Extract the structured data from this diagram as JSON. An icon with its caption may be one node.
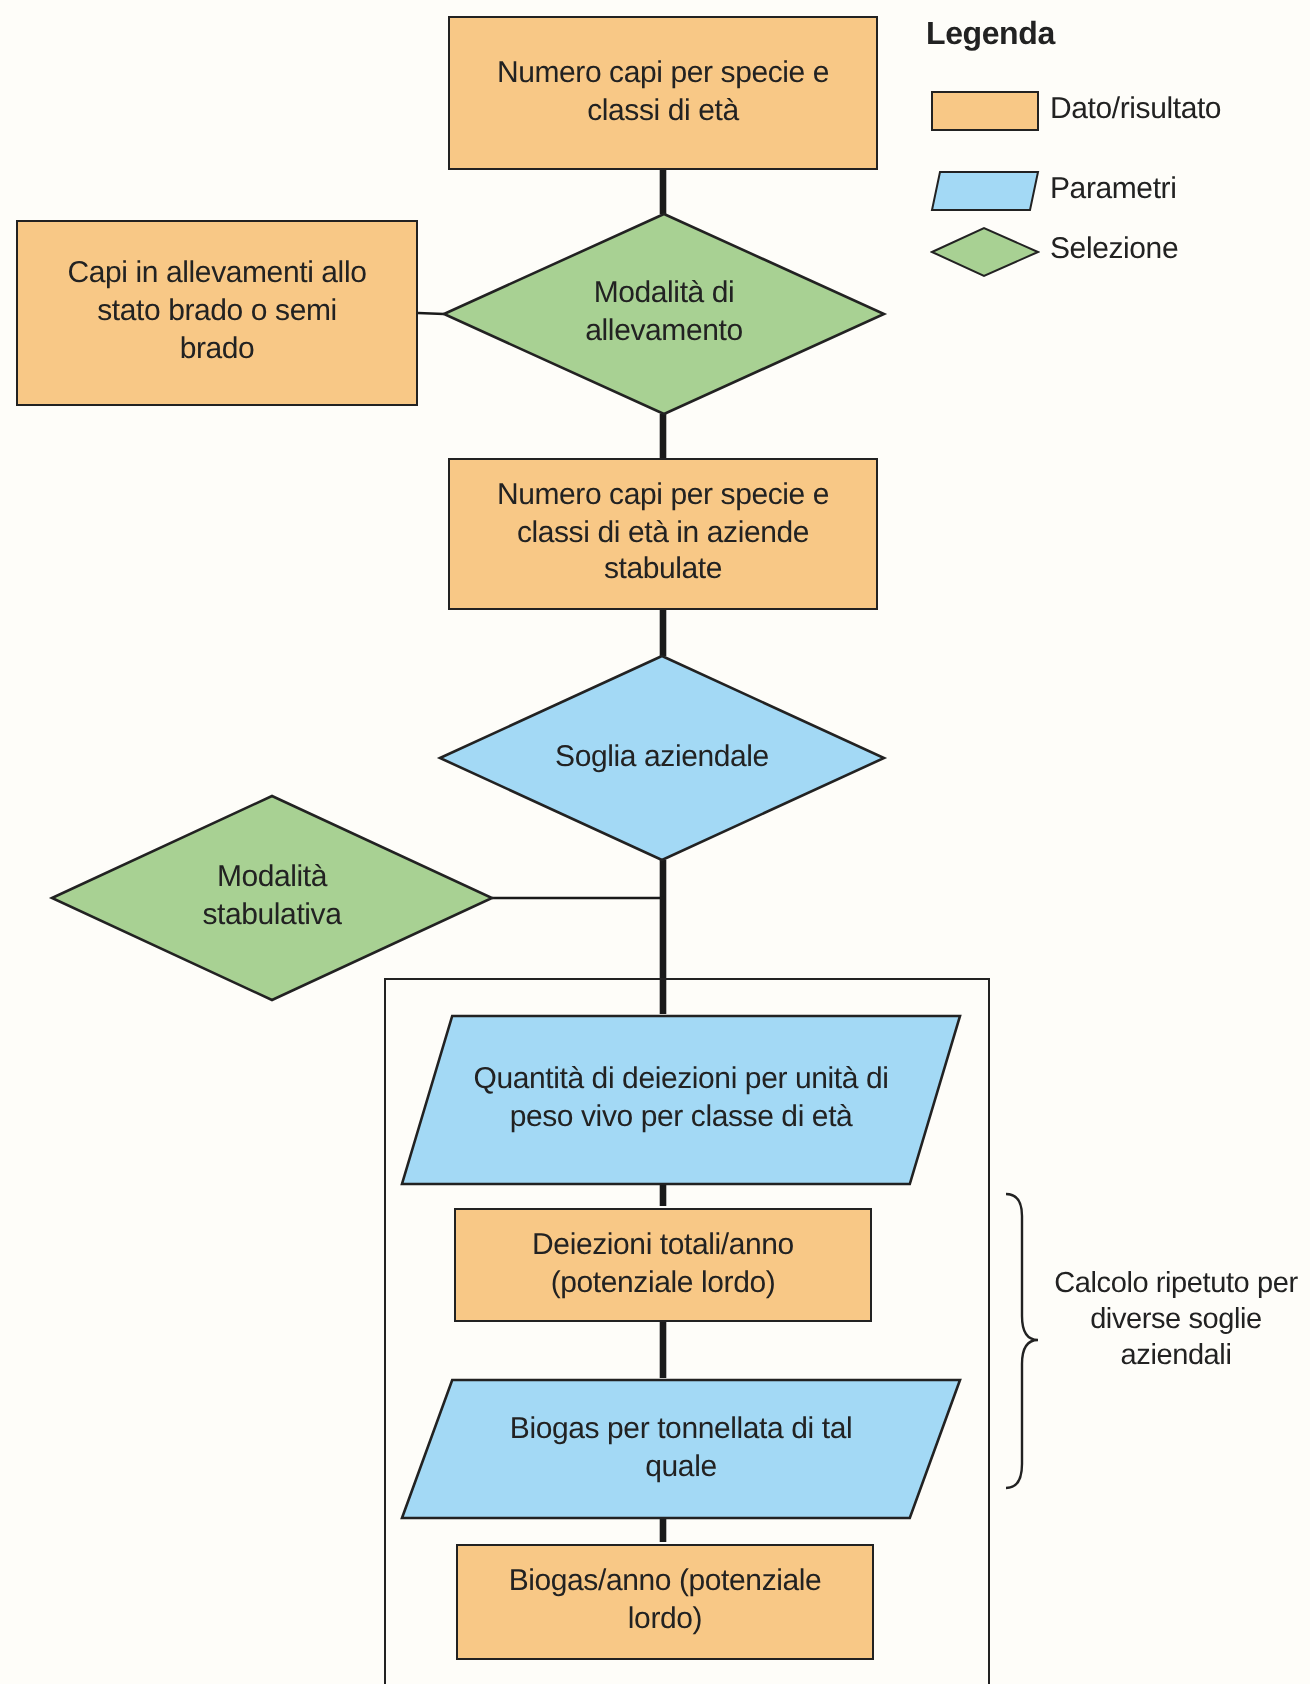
{
  "diagram": {
    "nodes": [
      {
        "text": [
          "Numero capi per specie e classi di età"
        ]
      },
      {
        "text": [
          "Capi in allevamenti allo stato brado o semi brado"
        ]
      },
      {
        "text": [
          "Modalità di allevamento"
        ]
      },
      {
        "text": [
          "Numero capi per specie e classi di età in aziende stabulate"
        ]
      },
      {
        "text": [
          "Soglia aziendale"
        ]
      },
      {
        "text": [
          "Modalità stabulativa"
        ]
      },
      {
        "text": [],
        "shape": "box"
      },
      {
        "text": [
          "Quantità di deiezioni per unità di peso vivo per classe di età"
        ],
        "in": 6
      },
      {
        "text": [
          "Deiezioni totali/anno (potenziale lordo)"
        ],
        "in": 6
      },
      {
        "text": [
          "Biogas per tonnellata di tal quale"
        ],
        "in": 6
      },
      {
        "text": [
          "Biogas/anno (potenziale lordo)"
        ],
        "in": 6
      }
    ],
    "edges": [
      {
        "from": 0,
        "to": 2,
        "arrow": "none"
      },
      {
        "from": 2,
        "to": 1,
        "arrow": "none"
      },
      {
        "from": 2,
        "to": 3,
        "arrow": "none"
      },
      {
        "from": 3,
        "to": 4,
        "arrow": "none"
      },
      {
        "from": 4,
        "to": 7,
        "arrow": "none"
      },
      {
        "from": 5,
        "to": 7,
        "arrow": "none"
      },
      {
        "from": 7,
        "to": 8,
        "arrow": "none"
      },
      {
        "from": 8,
        "to": 9,
        "arrow": "none"
      },
      {
        "from": 9,
        "to": 10,
        "arrow": "none"
      }
    ],
    "labels": [
      "Legenda",
      "Calcolo ripetuto per diverse soglie aziendali"
    ],
    "legend": [
      {
        "text": "Dato/risultato",
        "color": "#f8c886"
      },
      {
        "text": "Parametri",
        "color": "#a3d9f5"
      },
      {
        "text": "Selezione",
        "color": "#a8d193"
      }
    ]
  }
}
